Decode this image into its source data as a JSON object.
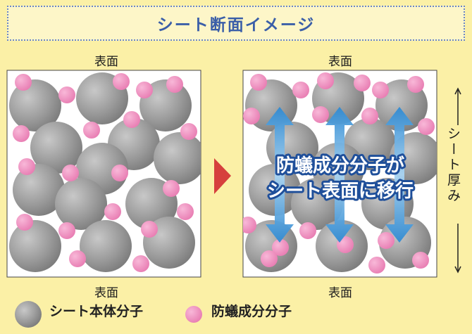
{
  "title": "シート断面イメージ",
  "labels": {
    "left_top": "表面",
    "left_bottom": "表面",
    "right_top": "表面",
    "right_bottom": "表面",
    "thickness": "シート厚み"
  },
  "callout": {
    "line1": "防蟻成分分子が",
    "line2": "シート表面に移行"
  },
  "legend": [
    {
      "label": "シート本体分子",
      "color": "#8f8f8f"
    },
    {
      "label": "防蟻成分分子",
      "color": "#ef8bbd"
    }
  ],
  "colors": {
    "background": "#fbf0a6",
    "title": "#3a5ea8",
    "gray_molecule": "#8f8f8f",
    "pink_molecule": "#ef8bbd",
    "arrow": "#2b86cc",
    "transition_arrow": "#d6403d"
  }
}
